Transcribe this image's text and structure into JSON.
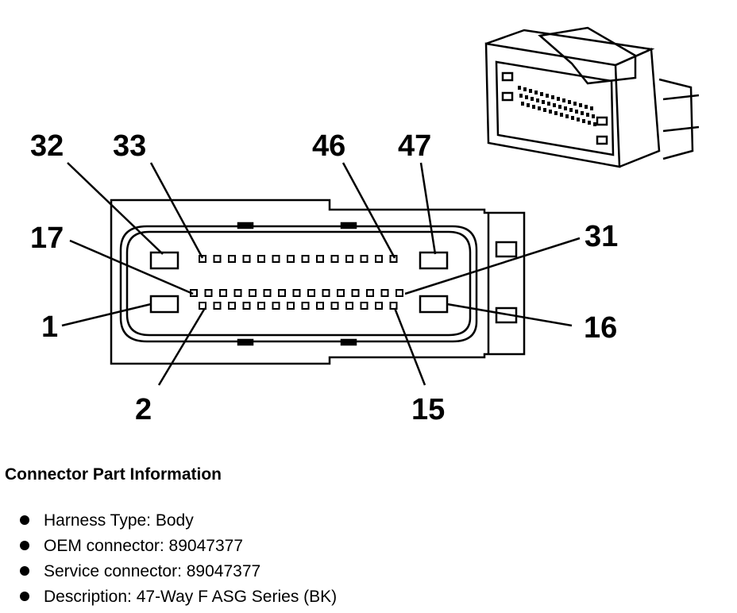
{
  "pin_labels": {
    "p32": "32",
    "p33": "33",
    "p46": "46",
    "p47": "47",
    "p17": "17",
    "p31": "31",
    "p1": "1",
    "p16": "16",
    "p2": "2",
    "p15": "15"
  },
  "info": {
    "heading": "Connector Part Information",
    "items": [
      "Harness Type: Body",
      "OEM connector: 89047377",
      "Service connector: 89047377",
      "Description: 47-Way F ASG Series (BK)"
    ]
  }
}
